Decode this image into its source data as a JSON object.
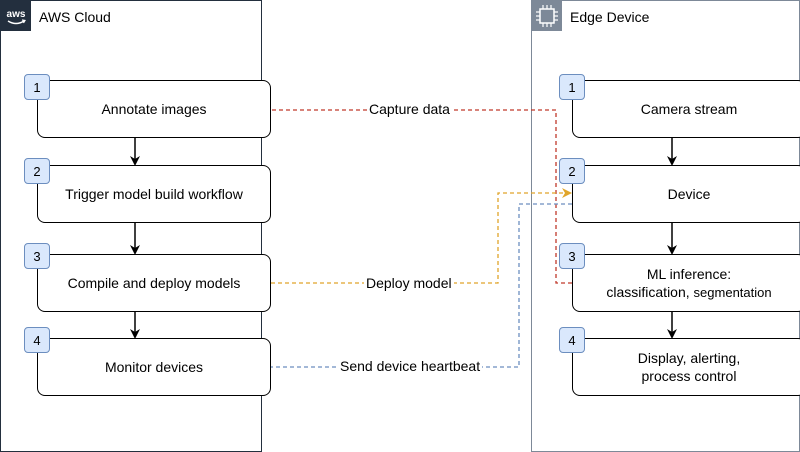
{
  "aws_group": {
    "title": "AWS Cloud",
    "icon_text": "aws",
    "steps": [
      {
        "number": "1",
        "label": "Annotate images"
      },
      {
        "number": "2",
        "label": "Trigger model build workflow"
      },
      {
        "number": "3",
        "label": "Compile and deploy models"
      },
      {
        "number": "4",
        "label": "Monitor devices"
      }
    ]
  },
  "edge_group": {
    "title": "Edge Device",
    "icon": "chip-icon",
    "steps": [
      {
        "number": "1",
        "label": "Camera stream"
      },
      {
        "number": "2",
        "label": "Device"
      },
      {
        "number": "3",
        "label_line1": "ML inference:",
        "label_line2a": "classification,",
        "label_line2b": "segmentation"
      },
      {
        "number": "4",
        "label_line1": "Display, alerting,",
        "label_line2": "process control"
      }
    ]
  },
  "connectors": {
    "capture": {
      "label": "Capture data",
      "color": "#c0392b"
    },
    "deploy": {
      "label": "Deploy model",
      "color": "#e0a52a"
    },
    "heartbeat": {
      "label": "Send device heartbeat",
      "color": "#6c8ebf"
    }
  }
}
